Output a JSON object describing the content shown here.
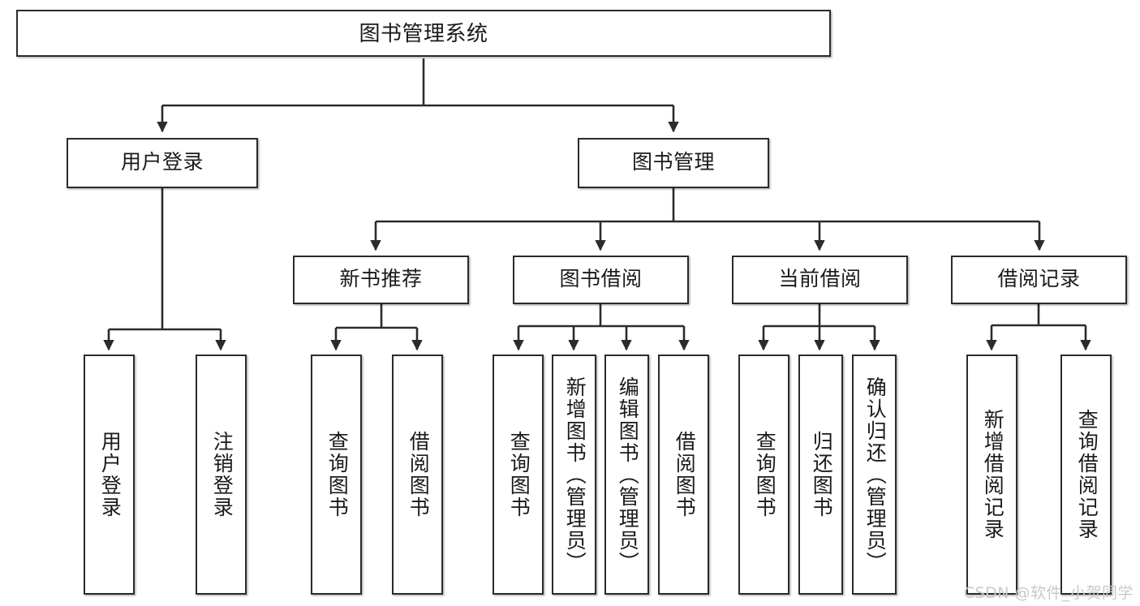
{
  "diagram": {
    "type": "tree",
    "title": "图书管理系统",
    "stroke_color": "#2b2b2b",
    "background_color": "#ffffff",
    "text_color": "#1a1a1a"
  },
  "root": {
    "label": "图书管理系统"
  },
  "level2": [
    {
      "label": "用户登录"
    },
    {
      "label": "图书管理"
    }
  ],
  "level3": [
    {
      "label": "新书推荐"
    },
    {
      "label": "图书借阅"
    },
    {
      "label": "当前借阅"
    },
    {
      "label": "借阅记录"
    }
  ],
  "leaves": {
    "user_login": [
      {
        "label": "用户登录"
      },
      {
        "label": "注销登录"
      }
    ],
    "new_book": [
      {
        "label": "查询图书"
      },
      {
        "label": "借阅图书"
      }
    ],
    "book_borrow": [
      {
        "label": "查询图书"
      },
      {
        "label": "新增图书（管理员）"
      },
      {
        "label": "编辑图书（管理员）"
      },
      {
        "label": "借阅图书"
      }
    ],
    "current_borrow": [
      {
        "label": "查询图书"
      },
      {
        "label": "归还图书"
      },
      {
        "label": "确认归还（管理员）"
      }
    ],
    "borrow_record": [
      {
        "label": "新增借阅记录"
      },
      {
        "label": "查询借阅记录"
      }
    ]
  },
  "watermark": {
    "text": "CSDN @软件_小贺同学"
  }
}
